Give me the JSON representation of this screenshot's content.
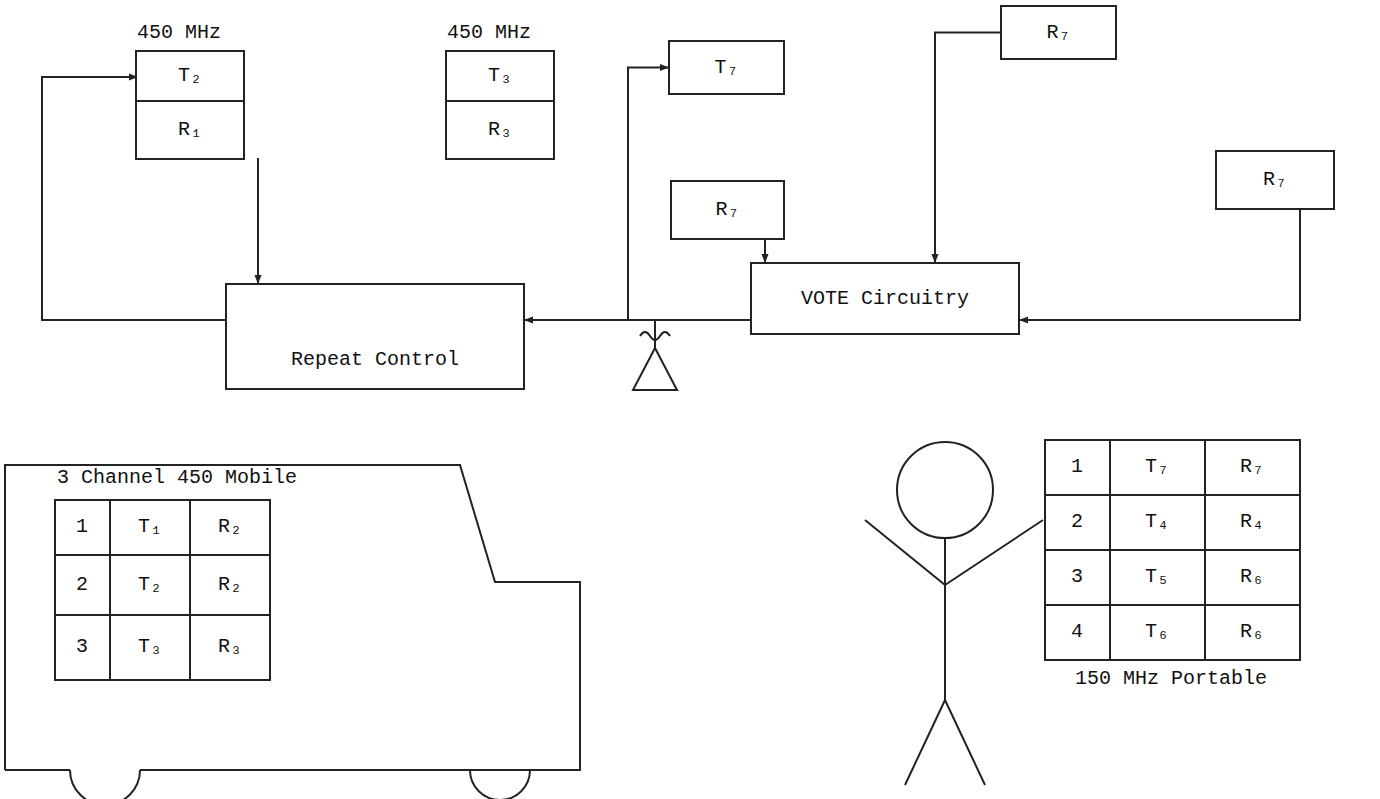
{
  "diagram": {
    "nodes": [
      {
        "text": [
          "450 MHz"
        ]
      },
      {
        "text": [
          "T₂"
        ],
        "in": 0
      },
      {
        "text": [
          "R₁"
        ],
        "in": 0
      },
      {
        "text": [
          "450 MHz"
        ]
      },
      {
        "text": [
          "T₃"
        ],
        "in": 3
      },
      {
        "text": [
          "R₃"
        ],
        "in": 3
      },
      {
        "text": [
          "T₇"
        ]
      },
      {
        "text": [
          "R₇"
        ]
      },
      {
        "text": [
          "R₇"
        ]
      },
      {
        "text": [
          "R₇"
        ]
      },
      {
        "text": [
          "Repeat Control"
        ]
      },
      {
        "text": [
          "VOTE Circuitry"
        ]
      }
    ],
    "edges": [
      {
        "from": 10,
        "to": 1,
        "arrow": "to"
      },
      {
        "from": 2,
        "to": 10,
        "arrow": "to"
      },
      {
        "from": 11,
        "to": 10,
        "arrow": "to"
      },
      {
        "from": 10,
        "to": 6,
        "arrow": "to"
      },
      {
        "from": 9,
        "to": 11,
        "arrow": "to"
      },
      {
        "from": 7,
        "to": 11,
        "arrow": "to"
      },
      {
        "from": 8,
        "to": 11,
        "arrow": "to"
      }
    ],
    "labels": [
      "3 Channel 450 Mobile",
      "1",
      "T₁",
      "R₂",
      "2",
      "T₂",
      "R₂",
      "3",
      "T₃",
      "R₃",
      "1",
      "T₇",
      "R₇",
      "2",
      "T₄",
      "R₄",
      "3",
      "T₅",
      "R₆",
      "4",
      "T₆",
      "R₆",
      "150 MHz Portable"
    ]
  }
}
